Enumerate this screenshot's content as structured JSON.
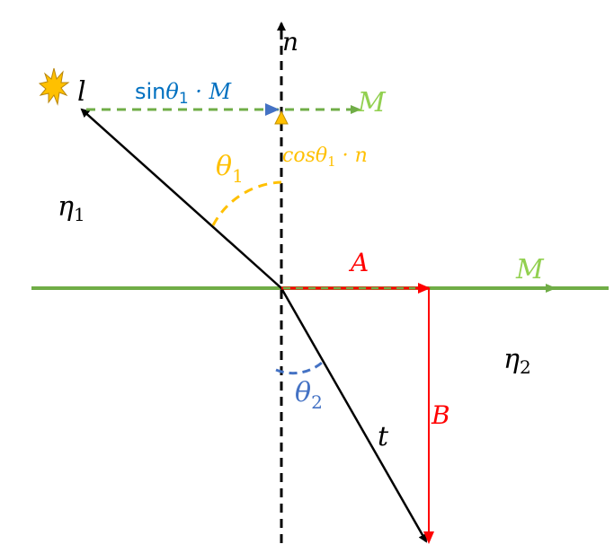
{
  "labels": {
    "normal": "n",
    "light": "l",
    "transmit": "t",
    "eta1": "η",
    "eta1_sub": "1",
    "eta2": "η",
    "eta2_sub": "2",
    "theta1": "θ",
    "theta1_sub": "1",
    "theta2": "θ",
    "theta2_sub": "2",
    "M_top": "M",
    "M_surface": "M",
    "A": "A",
    "B": "B",
    "sin_prefix": "sin",
    "sin_theta": "θ",
    "sin_sub": "1",
    "sin_suffix": " · M",
    "cos_prefix": "cosθ",
    "cos_sub": "1",
    "cos_suffix": " · n"
  },
  "colors": {
    "green": "#70ad47",
    "lightgreen": "#92d050",
    "red": "#ff0000",
    "blue": "#4472c4",
    "textblue": "#0070c0",
    "yellow": "#ffc000",
    "black": "#000000"
  }
}
